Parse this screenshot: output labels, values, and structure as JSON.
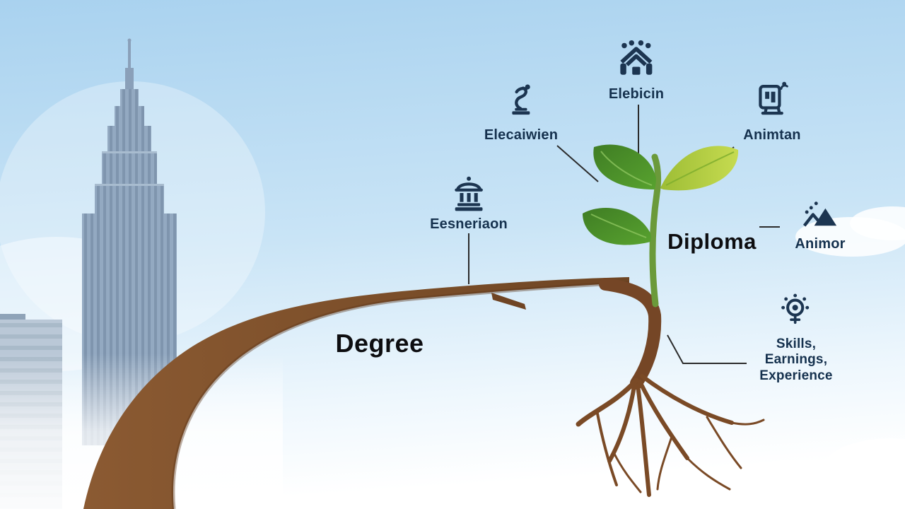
{
  "meta": {
    "description": "Infographic of a tree branch growing from a city skyline into a sapling with roots, comparing Degree and Diploma with skill roots"
  },
  "colors": {
    "sky_top": "#a9d2ef",
    "sky_bottom": "#ffffff",
    "building_blue_gray": "#93a9c1",
    "branch_brown": "#7a4a26",
    "leaf_dark_green": "#4e9230",
    "leaf_light_green": "#aac73c",
    "icon_navy": "#1c3551",
    "headline_text": "#0d0d10"
  },
  "labels": {
    "degree": "Degree",
    "diploma": "Diploma"
  },
  "nodes": [
    {
      "id": "achievement",
      "icon": "trophy-statue-icon",
      "label": "Elecaiwien"
    },
    {
      "id": "household",
      "icon": "house-people-icon",
      "label": "Elebicin"
    },
    {
      "id": "computer",
      "icon": "monitor-icon",
      "label": "Animtan"
    },
    {
      "id": "institution",
      "icon": "bank-building-icon",
      "label": "Eesneriaon"
    },
    {
      "id": "growth",
      "icon": "mountain-chart-icon",
      "label": "Animor"
    },
    {
      "id": "skills",
      "icon": "target-dots-icon",
      "label": "Skills,\nEarnings,\nExperience"
    }
  ]
}
